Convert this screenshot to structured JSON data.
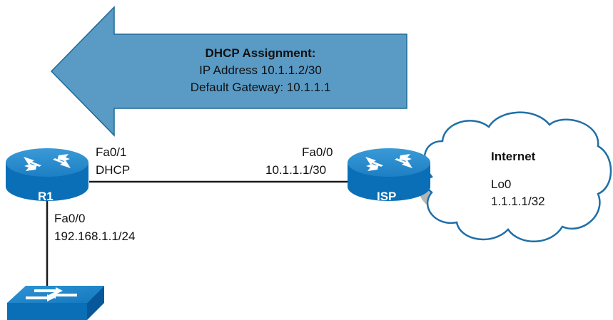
{
  "colors": {
    "arrow_fill": "#5a9bc6",
    "arrow_stroke": "#1d6b96",
    "router_top": "#2d8fd0",
    "router_side": "#0a6fb6",
    "cloud_stroke": "#1f6fa8",
    "shadow": "#b5b5b5",
    "link": "#1a1a1a"
  },
  "arrow": {
    "heading": "DHCP Assignment:",
    "line1": "IP Address 10.1.1.2/30",
    "line2": "Default Gateway: 10.1.1.1"
  },
  "r1": {
    "name": "R1",
    "icon": "router-icon",
    "wan_interface": "Fa0/1",
    "wan_mode": "DHCP",
    "lan_interface": "Fa0/0",
    "lan_address": "192.168.1.1/24"
  },
  "isp": {
    "name": "ISP",
    "icon": "router-icon",
    "interface": "Fa0/0",
    "address": "10.1.1.1/30",
    "loopback_name": "Lo0",
    "loopback_address": "1.1.1.1/32"
  },
  "cloud": {
    "title": "Internet",
    "icon": "cloud-icon"
  },
  "switch": {
    "icon": "switch-icon"
  }
}
